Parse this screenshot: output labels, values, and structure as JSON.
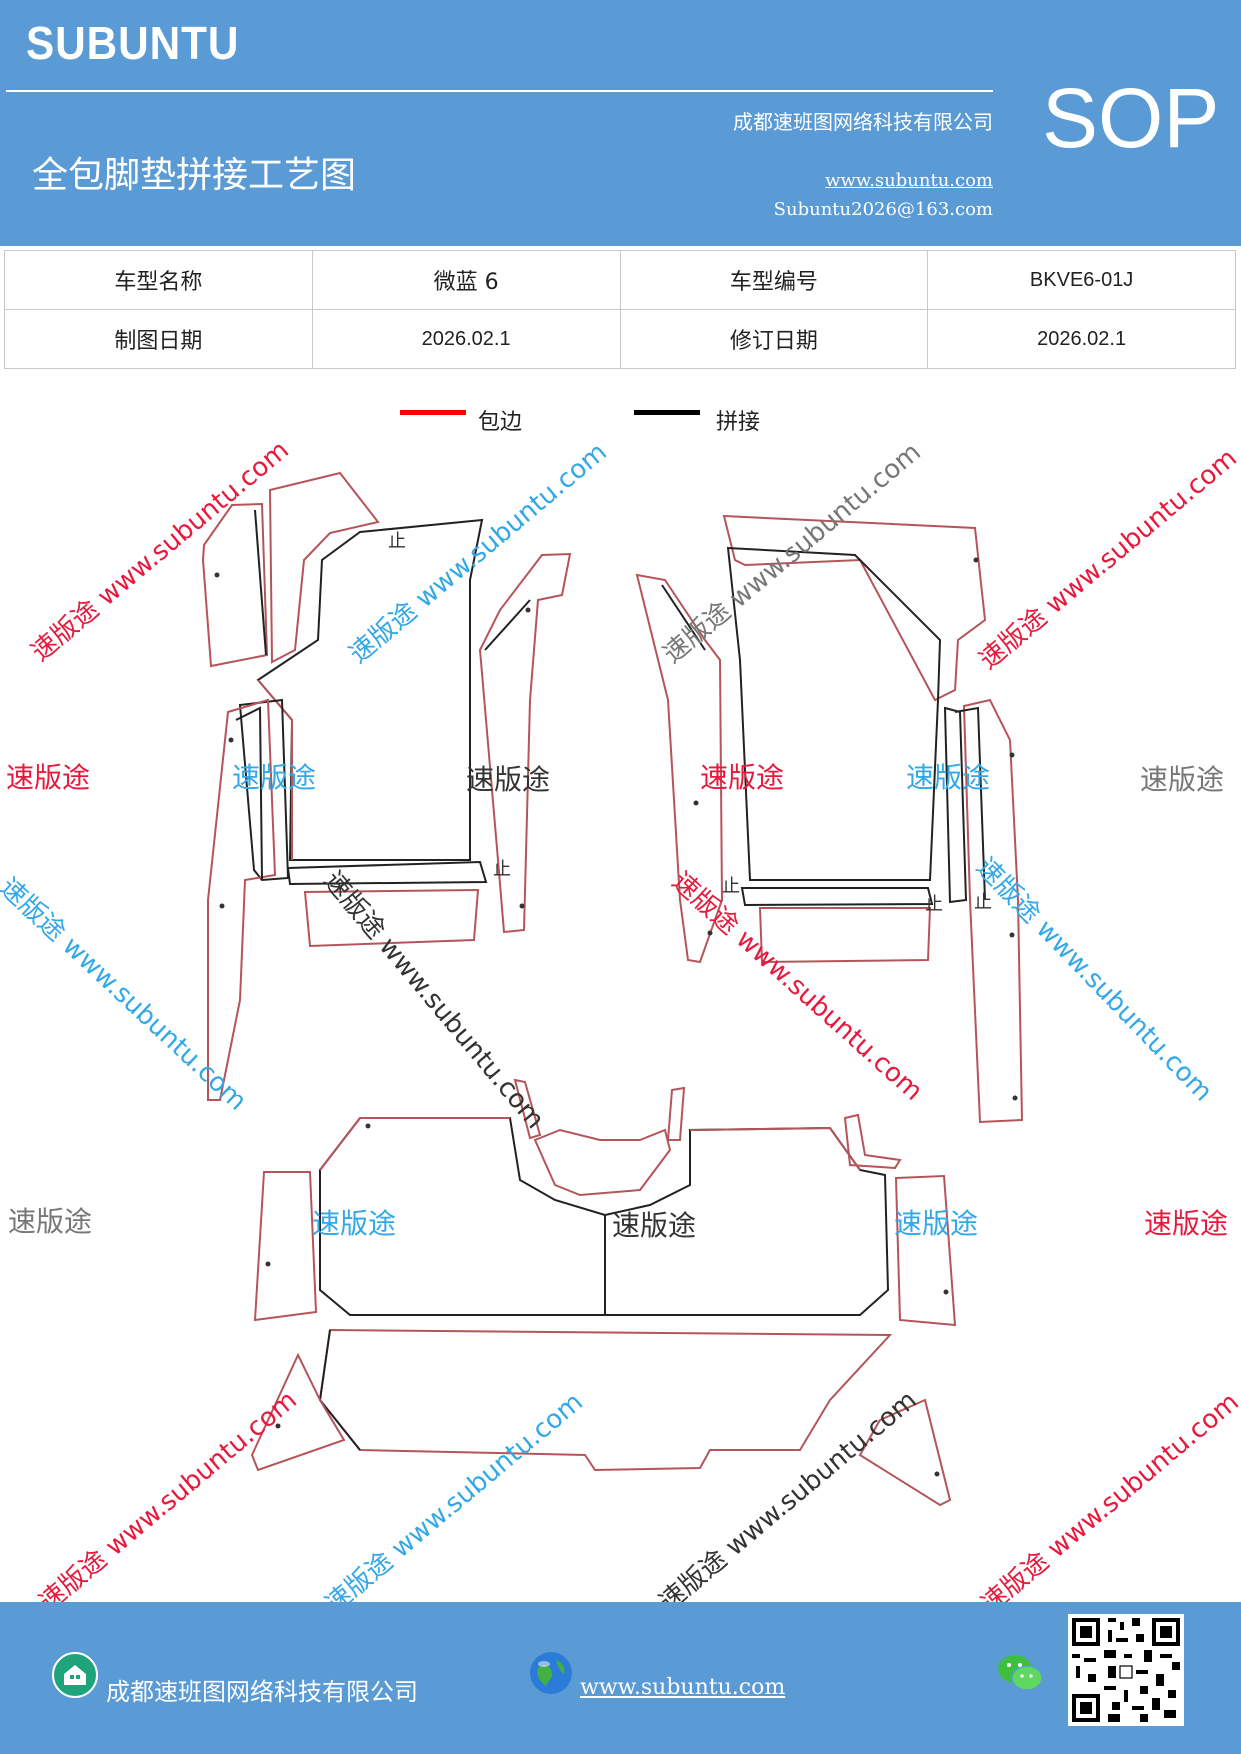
{
  "header": {
    "brand": "SUBUNTU",
    "title": "全包脚垫拼接工艺图",
    "company": "成都速班图网络科技有限公司",
    "website": "www.subuntu.com",
    "email": "Subuntu2026@163.com",
    "doc_type": "SOP"
  },
  "info_table": {
    "model_name_label": "车型名称",
    "model_name_value": "微蓝 6",
    "model_code_label": "车型编号",
    "model_code_value": "BKVE6-01J",
    "draw_date_label": "制图日期",
    "draw_date_value": "2026.02.1",
    "revise_date_label": "修订日期",
    "revise_date_value": "2026.02.1"
  },
  "legend": {
    "edge_label": "包边",
    "edge_color": "#ff0000",
    "join_label": "拼接",
    "join_color": "#000000"
  },
  "watermark": {
    "brand_cn": "速版途",
    "diagonal_text": "速版途 www.subuntu.com"
  },
  "marks": {
    "stop": "止"
  },
  "footer": {
    "company": "成都速班图网络科技有限公司",
    "website": "www.subuntu.com"
  },
  "colors": {
    "header_bg": "#5b9bd5",
    "outline_red": "#b5555a",
    "outline_black": "#222222"
  }
}
